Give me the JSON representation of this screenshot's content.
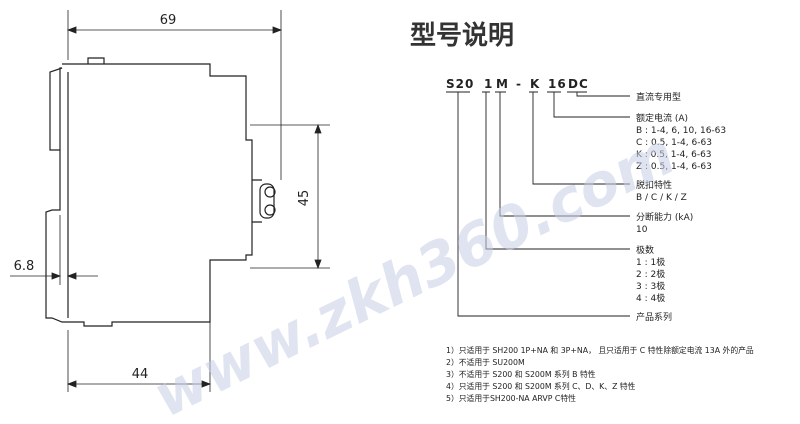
{
  "drawing": {
    "dimensions": {
      "width_top": "69",
      "height_terminal": "45",
      "depth_left": "6.8",
      "width_bottom": "44"
    }
  },
  "model_explanation": {
    "title": "型号说明",
    "code_parts": [
      "S20",
      "1",
      "M",
      "-",
      "K",
      "16",
      "DC"
    ],
    "items": [
      {
        "heading": "直流专用型",
        "lines": []
      },
      {
        "heading": "额定电流 (A)",
        "lines": [
          "B : 1-4, 6, 10, 16-63",
          "C : 0.5, 1-4, 6-63",
          "K : 0.5, 1-4, 6-63",
          "Z : 0.5, 1-4, 6-63"
        ]
      },
      {
        "heading": "脱扣特性",
        "lines": [
          "B / C / K / Z"
        ]
      },
      {
        "heading": "分断能力 (kA)",
        "lines": [
          "10"
        ]
      },
      {
        "heading": "极数",
        "lines": [
          "1 : 1极",
          "2 : 2极",
          "3 : 3极",
          "4 : 4极"
        ]
      },
      {
        "heading": "产品系列",
        "lines": []
      }
    ],
    "notes": [
      "1）只适用于 SH200 1P+NA 和 3P+NA， 且只适用于 C 特性除额定电流 13A 外的产品",
      "2）不适用于 SU200M",
      "3）不适用于 S200 和 S200M 系列 B 特性",
      "4）只适用于 S200 和 S200M 系列 C、D、K、Z 特性",
      "5）只适用于SH200-NA ARVP C特性"
    ]
  },
  "watermark": "www.zkh360.com",
  "colors": {
    "line": "#222222",
    "watermark": "#c8cfe6"
  }
}
